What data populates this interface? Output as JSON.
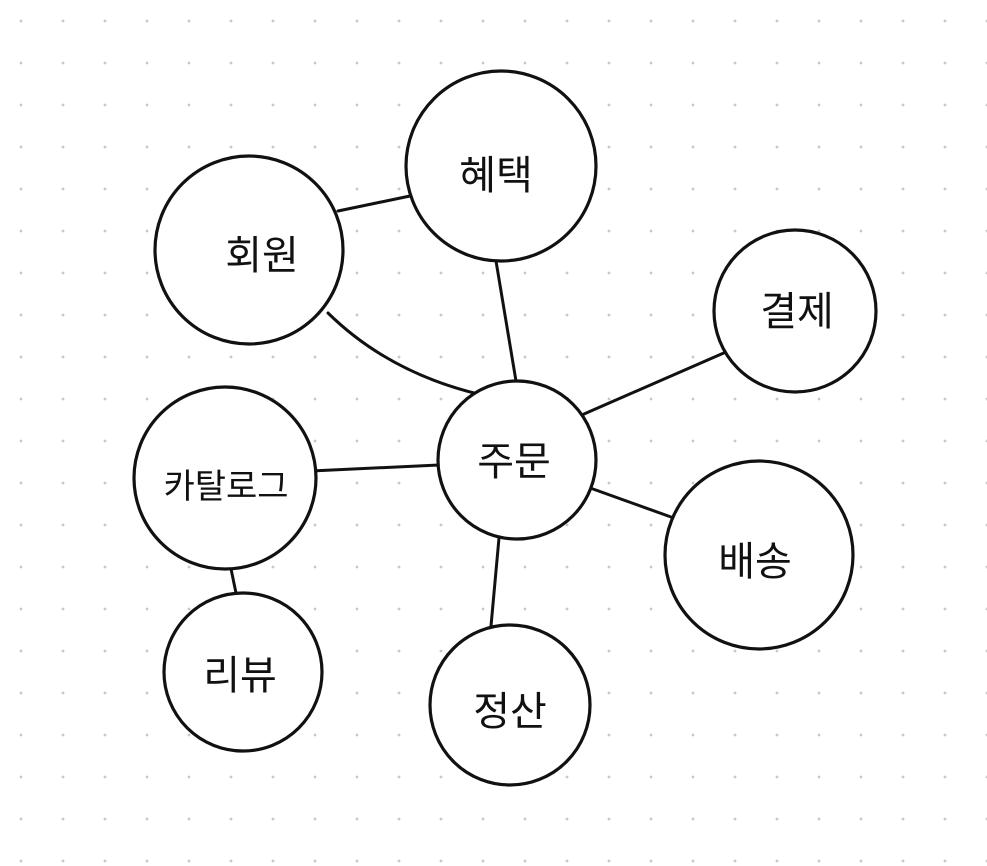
{
  "diagram": {
    "nodes": [
      {
        "id": "order",
        "label": "주문"
      },
      {
        "id": "member",
        "label": "회원"
      },
      {
        "id": "benefit",
        "label": "혜택"
      },
      {
        "id": "payment",
        "label": "결제"
      },
      {
        "id": "catalog",
        "label": "카탈로그"
      },
      {
        "id": "delivery",
        "label": "배송"
      },
      {
        "id": "review",
        "label": "리뷰"
      },
      {
        "id": "settle",
        "label": "정산"
      }
    ],
    "edges": [
      {
        "from": "member",
        "to": "benefit"
      },
      {
        "from": "benefit",
        "to": "order"
      },
      {
        "from": "member",
        "to": "order"
      },
      {
        "from": "order",
        "to": "payment"
      },
      {
        "from": "catalog",
        "to": "order"
      },
      {
        "from": "order",
        "to": "delivery"
      },
      {
        "from": "order",
        "to": "settle"
      },
      {
        "from": "catalog",
        "to": "review"
      }
    ]
  }
}
